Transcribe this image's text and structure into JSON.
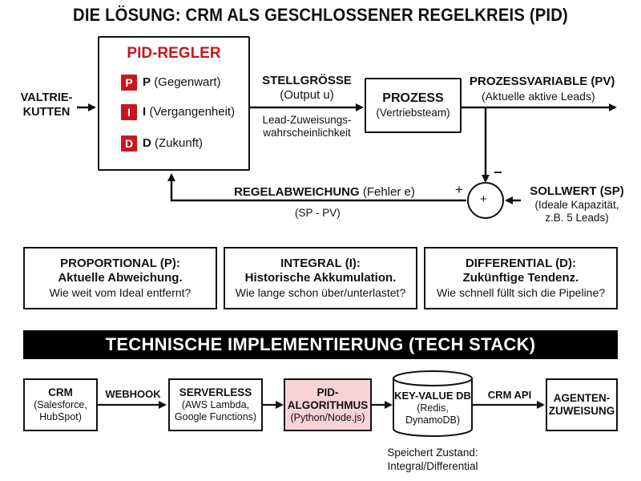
{
  "title": "DIE LÖSUNG: CRM ALS GESCHLOSSENER REGELKREIS (PID)",
  "loop": {
    "input_label": [
      "VALTRIE-",
      "KUTTEN"
    ],
    "pid_title": "PID-REGLER",
    "terms": [
      {
        "badge": "P",
        "label": "P",
        "desc": "(Gegenwart)"
      },
      {
        "badge": "I",
        "label": "I",
        "desc": "(Vergangenheit)"
      },
      {
        "badge": "D",
        "label": "D",
        "desc": "(Zukunft)"
      }
    ],
    "stellgroesse": {
      "title": "STELLGRÖSSE",
      "sub": "(Output u)",
      "note1": "Lead-Zuweisungs-",
      "note2": "wahrscheinlichkeit"
    },
    "prozess": {
      "title": "PROZESS",
      "sub": "(Vertriebsteam)"
    },
    "prozessvariable": {
      "title": "PROZESSVARIABLE (PV)",
      "sub": "(Aktuelle aktive Leads)"
    },
    "regelabweichung": {
      "title": "REGELABWEICHUNG",
      "sub": "(Fehler e)",
      "formula": "(SP - PV)"
    },
    "sollwert": {
      "title": "SOLLWERT (SP)",
      "line2": "(Ideale Kapazität,",
      "line3": "z.B. 5 Leads)"
    },
    "summing": {
      "plus_inside": "+",
      "plus_left": "+",
      "minus_top": "−"
    }
  },
  "explanations": [
    {
      "title": "PROPORTIONAL (P):",
      "bold": "Aktuelle Abweichung.",
      "question": "Wie weit vom Ideal entfernt?"
    },
    {
      "title": "INTEGRAL (I):",
      "bold": "Historische Akkumulation.",
      "question": "Wie lange schon über/unterlastet?"
    },
    {
      "title": "DIFFERENTIAL (D):",
      "bold": "Zukünftige Tendenz.",
      "question": "Wie schnell füllt sich die Pipeline?"
    }
  ],
  "banner": "TECHNISCHE IMPLEMENTIERUNG (TECH STACK)",
  "stack": {
    "crm": {
      "title": "CRM",
      "l1": "(Salesforce,",
      "l2": "HubSpot)"
    },
    "webhook": "WEBHOOK",
    "serverless": {
      "title": "SERVERLESS",
      "l1": "(AWS Lambda,",
      "l2": "Google Functions)"
    },
    "pid_alg": {
      "title1": "PID-",
      "title2": "ALGORITHMUS",
      "l1": "(Python/Node.js)"
    },
    "kv": {
      "title": "KEY-VALUE DB",
      "l1": "(Redis,",
      "l2": "DynamoDB)",
      "note1": "Speichert Zustand:",
      "note2": "Integral/Differential"
    },
    "crm_api": "CRM API",
    "agent": {
      "title1": "AGENTEN-",
      "title2": "ZUWEISUNG"
    }
  },
  "colors": {
    "accent_red": "#c8171d",
    "highlight_fill": "#f7d3d3",
    "ink": "#111111"
  }
}
